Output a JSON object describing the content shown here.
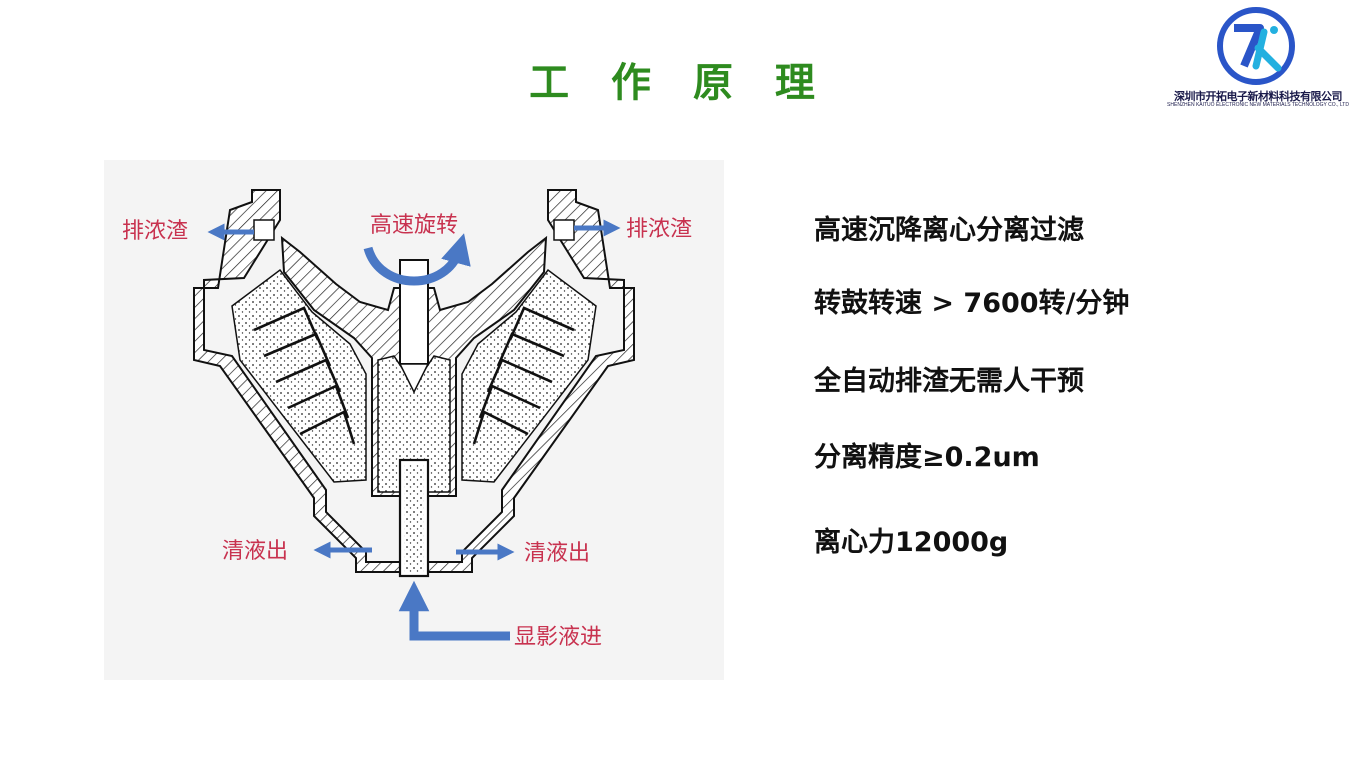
{
  "slide": {
    "title": "工 作 原 理"
  },
  "logo": {
    "icon": "kaituo-logo-icon",
    "company_cn": "深圳市开拓电子新材料科技有限公司",
    "company_en": "SHENZHEN KAITUO ELECTRONIC NEW MATERIALS TECHNOLOGY CO., LTD",
    "colors": {
      "ring": "#2a55c8",
      "accent": "#23b0e0"
    }
  },
  "diagram": {
    "labels": {
      "top_center": "高速旋转",
      "top_left": "排浓渣",
      "top_right": "排浓渣",
      "bottom_left": "清液出",
      "bottom_right": "清液出",
      "inlet": "显影液进"
    },
    "colors": {
      "arrow": "#4a78c5",
      "label": "#c8324f"
    }
  },
  "features": [
    "高速沉降离心分离过滤",
    "转鼓转速 > 7600转/分钟",
    "全自动排渣无需人干预",
    "分离精度≥0.2um",
    "离心力12000g"
  ]
}
